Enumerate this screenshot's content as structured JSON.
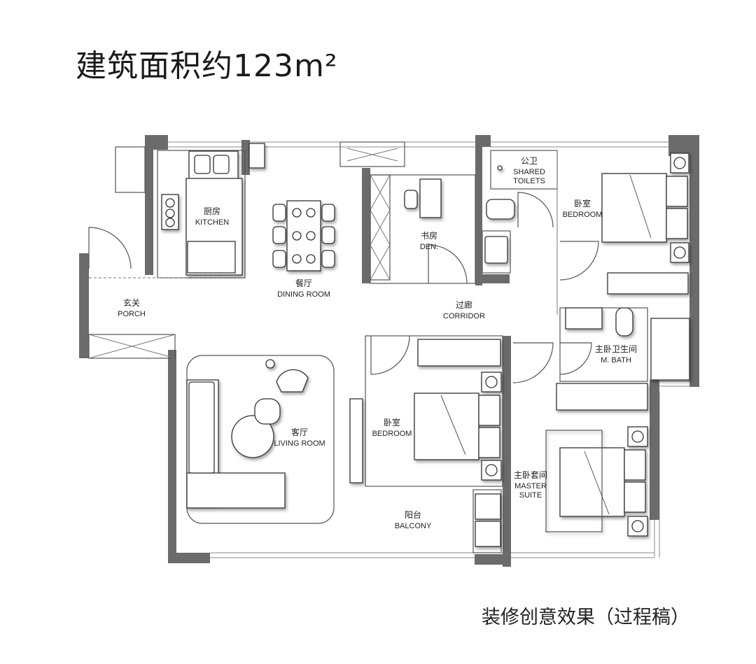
{
  "header": {
    "title": "建筑面积约123m²"
  },
  "footer": {
    "note": "装修创意效果（过程稿）"
  },
  "rooms": {
    "kitchen": {
      "cn": "厨房",
      "en": "KITCHEN"
    },
    "dining": {
      "cn": "餐厅",
      "en": "DINING ROOM"
    },
    "den": {
      "cn": "书房",
      "en": "DEN."
    },
    "toilet": {
      "cn": "公卫",
      "en1": "SHARED",
      "en2": "TOILETS"
    },
    "bedroom1": {
      "cn": "卧室",
      "en": "BEDROOM"
    },
    "porch": {
      "cn": "玄关",
      "en": "PORCH"
    },
    "corridor": {
      "cn": "过廊",
      "en": "CORRIDOR"
    },
    "mbath": {
      "cn": "主卧卫生间",
      "en": "M. BATH"
    },
    "living": {
      "cn": "客厅",
      "en": "LIVING ROOM"
    },
    "bedroom2": {
      "cn": "卧室",
      "en": "BEDROOM"
    },
    "master": {
      "cn": "主卧套间",
      "en1": "MASTER",
      "en2": "SUITE"
    },
    "balcony": {
      "cn": "阳台",
      "en": "BALCONY"
    }
  }
}
